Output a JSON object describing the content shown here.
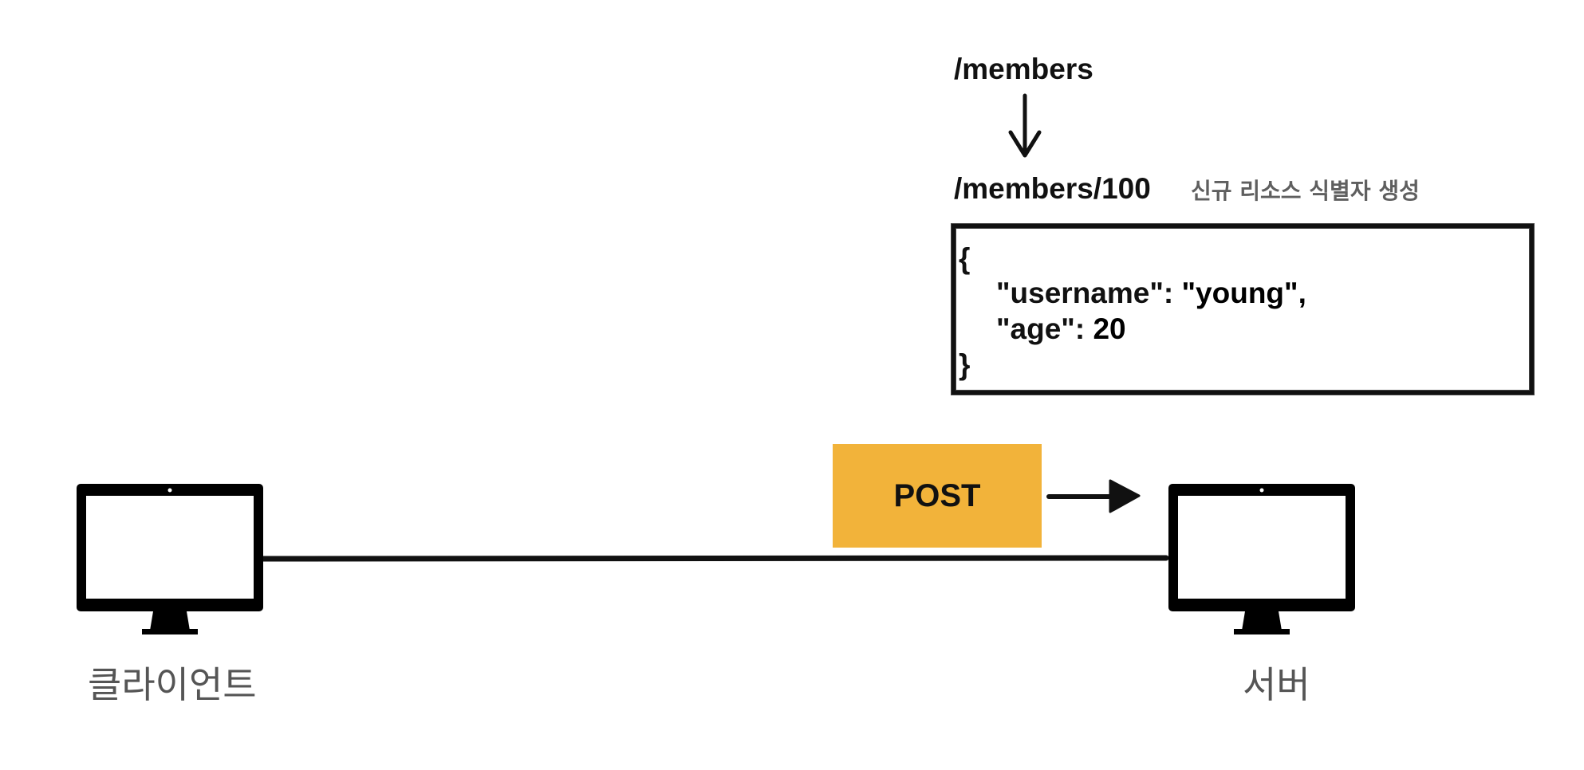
{
  "paths": {
    "collection": "/members",
    "created": "/members/100"
  },
  "note": "신규 리소스 식별자 생성",
  "json_body": {
    "open": "{",
    "username_key": "\"username\": ",
    "username_val": "\"young\",",
    "age_key": "\"age\": ",
    "age_val": "20",
    "close": "}"
  },
  "method": {
    "label": "POST",
    "color": "#f2b33a"
  },
  "nodes": {
    "client": "클라이언트",
    "server": "서버"
  },
  "icons": {
    "client": "monitor-icon",
    "server": "monitor-icon"
  }
}
